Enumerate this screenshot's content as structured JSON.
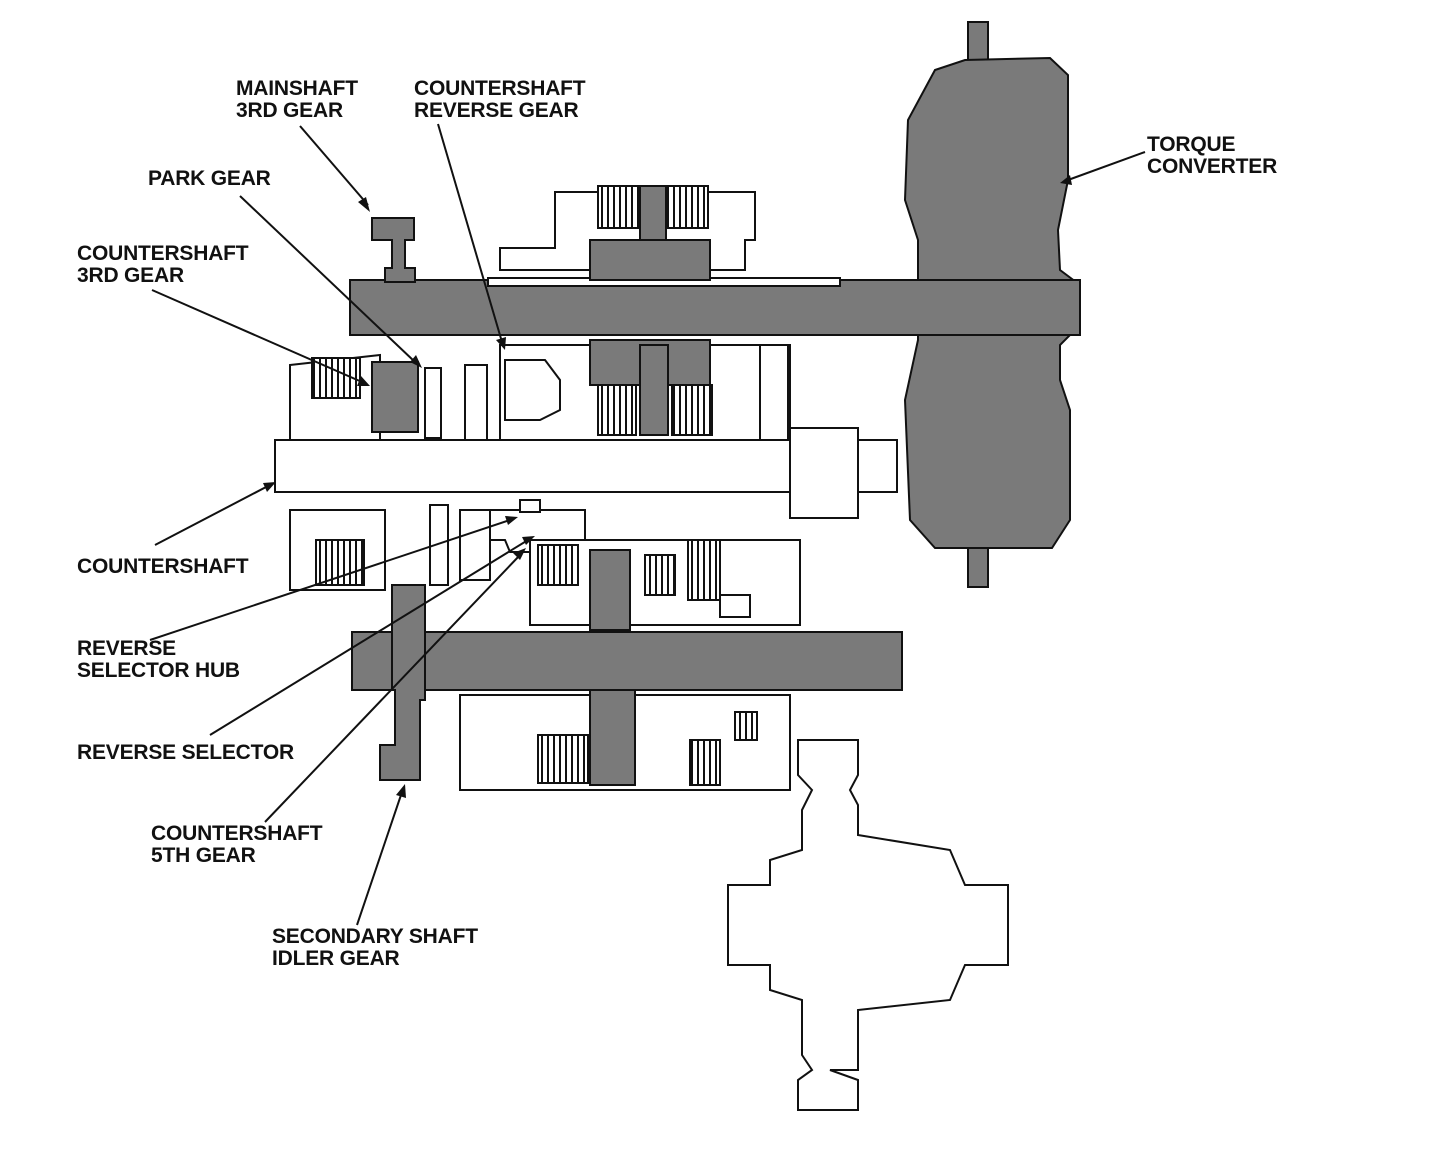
{
  "labels": {
    "mainshaft_3rd_gear": [
      "MAINSHAFT",
      "3RD GEAR"
    ],
    "countershaft_reverse_gear": [
      "COUNTERSHAFT",
      "REVERSE GEAR"
    ],
    "park_gear": [
      "PARK GEAR"
    ],
    "torque_converter": [
      "TORQUE",
      "CONVERTER"
    ],
    "countershaft_3rd_gear": [
      "COUNTERSHAFT",
      "3RD GEAR"
    ],
    "countershaft": [
      "COUNTERSHAFT"
    ],
    "reverse_selector_hub": [
      "REVERSE",
      "SELECTOR HUB"
    ],
    "reverse_selector": [
      "REVERSE SELECTOR"
    ],
    "countershaft_5th_gear": [
      "COUNTERSHAFT",
      "5TH GEAR"
    ],
    "secondary_shaft_idler_gear": [
      "SECONDARY SHAFT",
      "IDLER GEAR"
    ]
  },
  "colors": {
    "shaded_part": "#7a7a7a",
    "line": "#111111",
    "background": "#ffffff"
  }
}
